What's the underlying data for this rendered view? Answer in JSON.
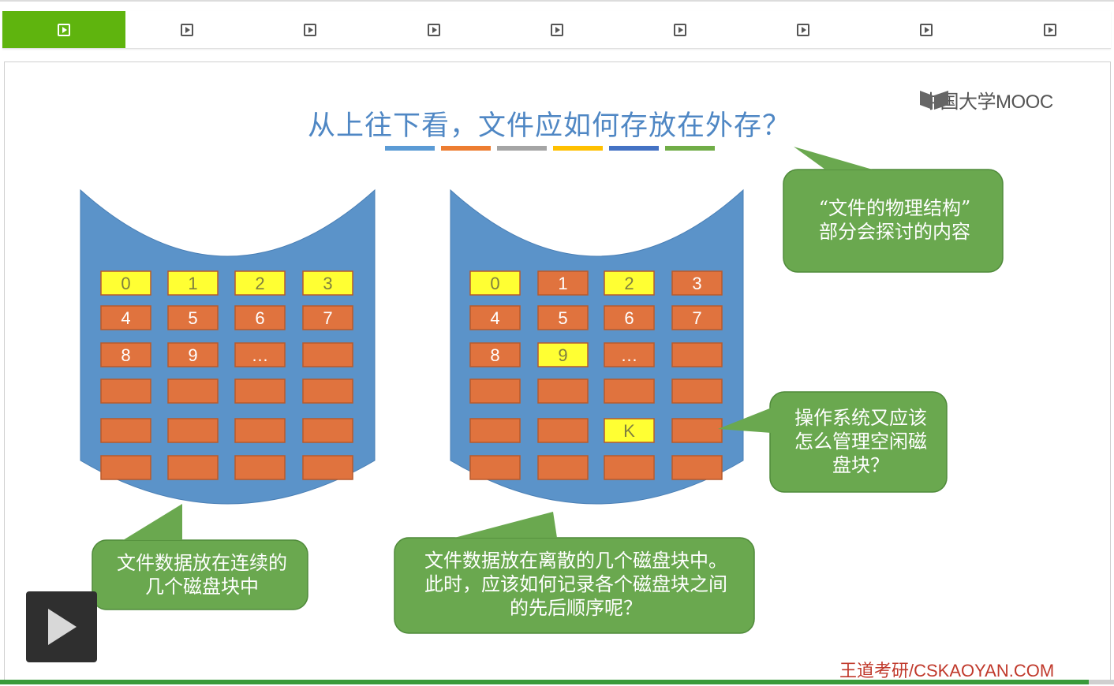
{
  "nav": {
    "tabs": [
      {
        "icon": "play-square-icon",
        "active": true
      },
      {
        "icon": "play-square-icon",
        "active": false
      },
      {
        "icon": "play-square-icon",
        "active": false
      },
      {
        "icon": "play-square-icon",
        "active": false
      },
      {
        "icon": "play-square-icon",
        "active": false
      },
      {
        "icon": "play-square-icon",
        "active": false
      },
      {
        "icon": "play-square-icon",
        "active": false
      },
      {
        "icon": "play-square-icon",
        "active": false
      },
      {
        "icon": "play-square-icon",
        "active": false
      }
    ]
  },
  "slide": {
    "title": "从上往下看，文件应如何存放在外存？",
    "logo_text": "中国大学MOOC",
    "title_bar_colors": [
      "#5b9bd5",
      "#ed7d31",
      "#a5a5a5",
      "#ffc000",
      "#4472c4",
      "#70ad47"
    ],
    "colors": {
      "disk": "#5b93c9",
      "block": "#e0733e",
      "highlight": "#ffff33",
      "callout": "#6aa84f"
    },
    "left_disk": {
      "blocks": [
        [
          "0",
          "1",
          "2",
          "3"
        ],
        [
          "4",
          "5",
          "6",
          "7"
        ],
        [
          "8",
          "9",
          "…",
          ""
        ],
        [
          "",
          "",
          "",
          ""
        ],
        [
          "",
          "",
          "",
          ""
        ],
        [
          "",
          "",
          "",
          ""
        ]
      ],
      "highlighted": [
        "0,0",
        "0,1",
        "0,2",
        "0,3"
      ]
    },
    "right_disk": {
      "blocks": [
        [
          "0",
          "1",
          "2",
          "3"
        ],
        [
          "4",
          "5",
          "6",
          "7"
        ],
        [
          "8",
          "9",
          "…",
          ""
        ],
        [
          "",
          "",
          "",
          ""
        ],
        [
          "",
          "",
          "K",
          ""
        ],
        [
          "",
          "",
          "",
          ""
        ]
      ],
      "highlighted": [
        "0,0",
        "0,2",
        "2,1",
        "4,2"
      ]
    },
    "callouts": {
      "physical_structure": "“文件的物理结构”\n部分会探讨的内容",
      "free_blocks": "操作系统又应该\n怎么管理空闲磁\n盘块？",
      "contiguous": "文件数据放在连续的\n几个磁盘块中",
      "discrete": "文件数据放在离散的几个磁盘块中。\n此时，应该如何记录各个磁盘块之间\n的先后顺序呢？"
    },
    "footer": "王道考研/CSKAOYAN.COM"
  },
  "player": {
    "play_icon": "play-icon",
    "progress": 0.977
  }
}
